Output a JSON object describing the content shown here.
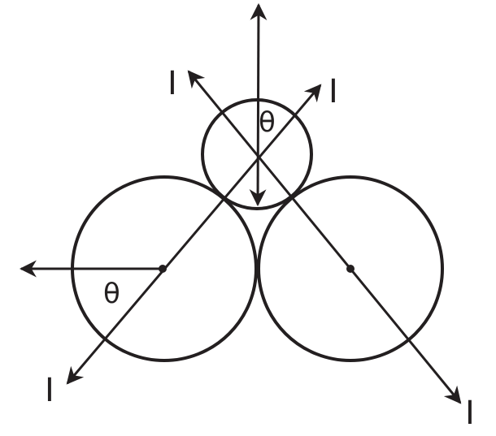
{
  "diagram": {
    "labels": {
      "current_top_left": "I",
      "current_top_right": "I",
      "current_bottom_left": "I",
      "current_bottom_right": "I",
      "angle_top": "θ",
      "angle_left": "θ"
    },
    "colors": {
      "stroke": "#231f20"
    }
  }
}
